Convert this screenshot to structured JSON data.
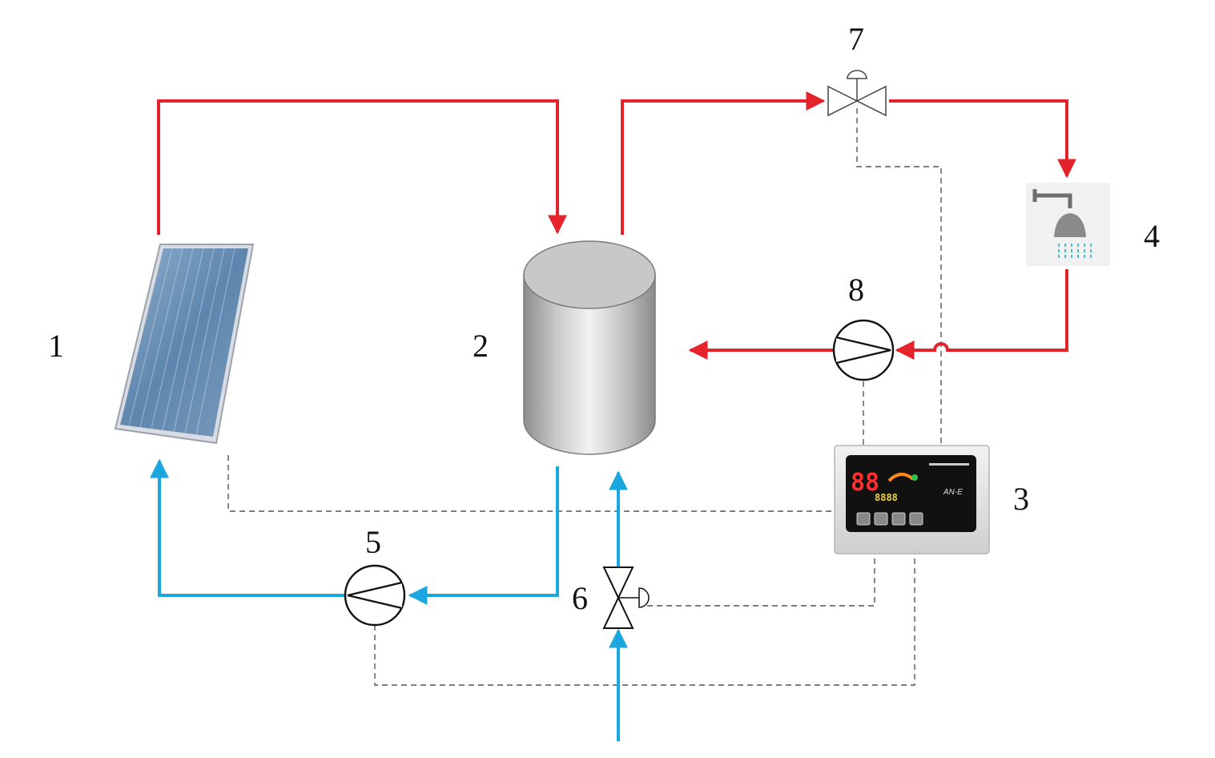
{
  "labels": {
    "collector": "1",
    "tank": "2",
    "controller": "3",
    "shower": "4",
    "pump_collector": "5",
    "valve_inlet": "6",
    "valve_outlet": "7",
    "pump_return": "8"
  },
  "controller_display": {
    "big_digits": "88",
    "small_digits": "8888",
    "brand": "AN-E"
  },
  "colors": {
    "hot_line": "#e4232b",
    "cold_line": "#1aa6de",
    "control_line": "#555555"
  },
  "icons": [
    "solar-panel-icon",
    "storage-tank-icon",
    "controller-icon",
    "shower-icon",
    "pump-icon",
    "three-way-valve-icon"
  ]
}
